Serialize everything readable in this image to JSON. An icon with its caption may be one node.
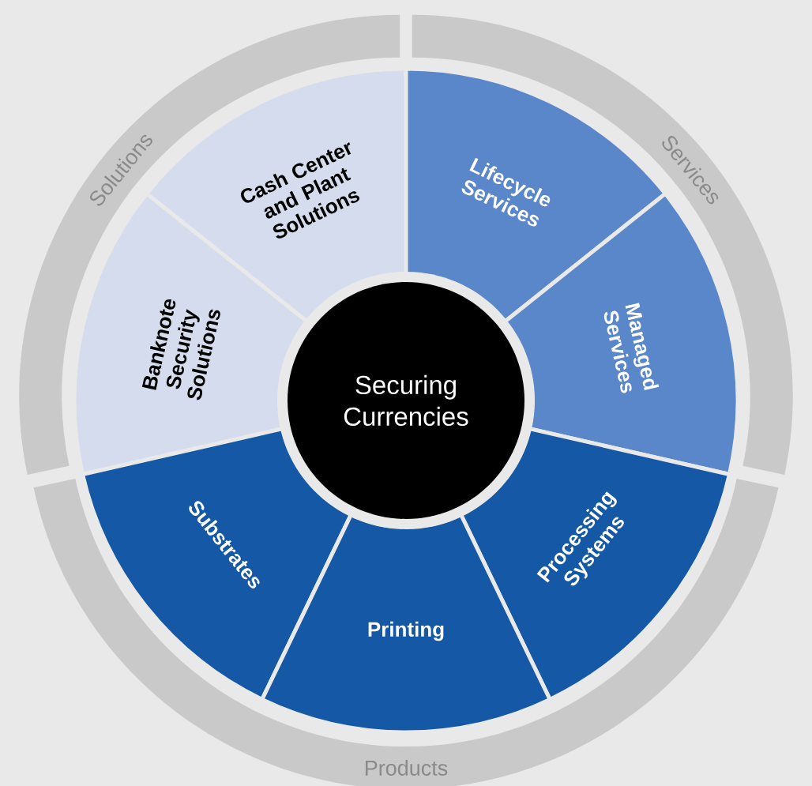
{
  "diagram": {
    "nodes": [
      {
        "text": [
          "Solutions"
        ]
      },
      {
        "text": [
          "Services"
        ]
      },
      {
        "text": [
          "Products"
        ]
      },
      {
        "text": [
          "Cash Center and Plant Solutions"
        ]
      },
      {
        "text": [
          "Lifecycle Services"
        ]
      },
      {
        "text": [
          "Managed Services"
        ]
      },
      {
        "text": [
          "Banknote Security Solutions"
        ]
      },
      {
        "text": [
          "Processing Systems"
        ]
      },
      {
        "text": [
          "Substrates"
        ]
      },
      {
        "text": [
          "Printing"
        ]
      },
      {
        "text": [
          "Securing Currencies"
        ]
      }
    ]
  }
}
